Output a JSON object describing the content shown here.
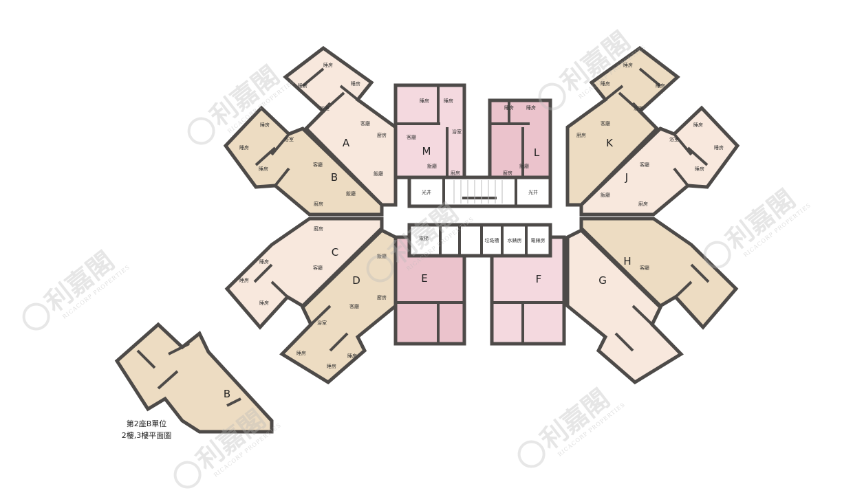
{
  "colors": {
    "wall": "#4d4a48",
    "peach": "#f8e8dd",
    "tan": "#eddcc2",
    "pink_light": "#f4d9df",
    "pink_dark": "#ebc3cc",
    "corridor": "#ffffff"
  },
  "units": {
    "A": "A",
    "B": "B",
    "C": "C",
    "D": "D",
    "E": "E",
    "F": "F",
    "G": "G",
    "H": "H",
    "J": "J",
    "K": "K",
    "L": "L",
    "M": "M"
  },
  "rooms": {
    "bedroom": "睡房",
    "bathroom": "浴室",
    "living": "客廳",
    "dining": "飯廳",
    "kitchen": "廚房",
    "lightwell": "光井",
    "lift": "電梯",
    "refuse": "垃圾槽",
    "water_meter": "水錶房",
    "electric_meter": "電錶房"
  },
  "inset": {
    "unit": "B",
    "caption_line1": "第2座B單位",
    "caption_line2": "2樓,3樓平面圖"
  },
  "watermark": {
    "brand_cn": "利嘉閣",
    "brand_en": "RICACORP PROPERTIES"
  }
}
